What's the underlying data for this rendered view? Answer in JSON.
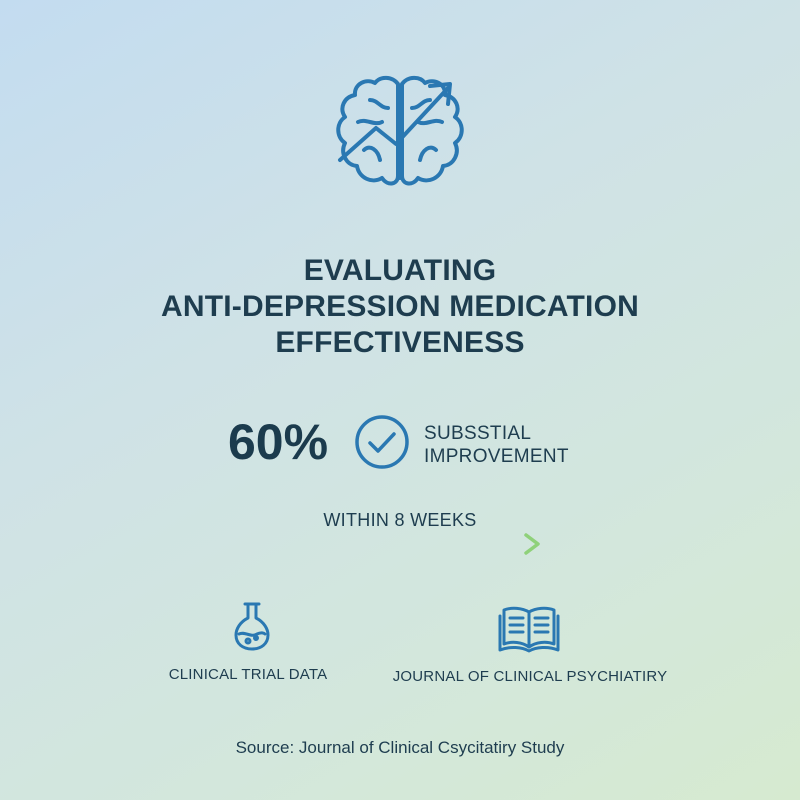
{
  "header": {
    "icon": "brain-with-rising-arrow-icon",
    "title_lines": [
      "EVALUATING",
      "ANTI-DEPRESSION MEDICATION",
      "EFFECTIVENESS"
    ]
  },
  "stat": {
    "value": "60%",
    "icon": "check-circle-icon",
    "label_lines": [
      "SUBSSTIAL",
      "IMPROVEMENT"
    ]
  },
  "timeline": {
    "label": "WITHIN 8 WEEKS",
    "icon": "arrow-right-icon"
  },
  "sources": [
    {
      "icon": "flask-icon",
      "label": "CLINICAL TRIAL DATA"
    },
    {
      "icon": "open-book-icon",
      "label": "JOURNAL OF CLINICAL PSYCHIATIRY"
    }
  ],
  "footer": {
    "text": "Source: Journal of Clinical Csycitatiry Study"
  },
  "colors": {
    "icon_blue": "#2a78b2",
    "text": "#1e3d4f",
    "timeline_start": "#2b6ea5",
    "timeline_end": "#8fd17a",
    "background_top_left": "#c3dcf0",
    "background_bottom_right": "#d6ead0"
  }
}
